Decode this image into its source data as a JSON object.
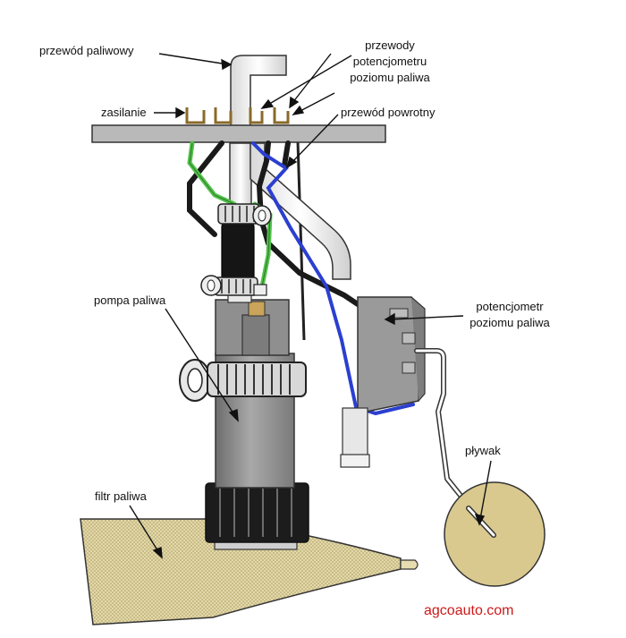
{
  "labels": {
    "fuel_line": "przewód paliwowy",
    "sensor_wires_1": "przewody",
    "sensor_wires_2": "potencjometru",
    "sensor_wires_3": "poziomu paliwa",
    "power": "zasilanie",
    "return_line": "przewód powrotny",
    "fuel_pump": "pompa paliwa",
    "level_sensor_1": "potencjometr",
    "level_sensor_2": "poziomu paliwa",
    "float": "pływak",
    "fuel_filter": "filtr paliwa"
  },
  "credit": "agcoauto.com",
  "colors": {
    "credit": "#cc1a1a",
    "flange": "#b9b9b9",
    "pump_body": "#8f8f8f",
    "sensor_body": "#9a9a9a",
    "float": "#d9c98e",
    "filter": "#e6dcb0",
    "green_wire": "#52c24a",
    "blue_wire": "#2b3fd0",
    "terminals": "#8a6a2a"
  }
}
